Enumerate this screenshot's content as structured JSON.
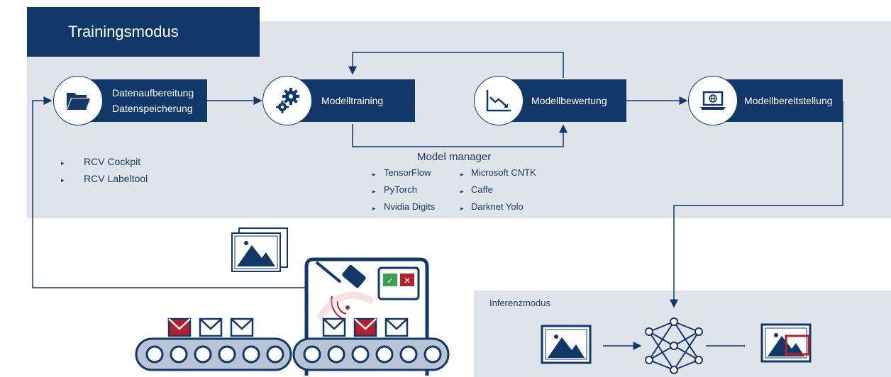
{
  "training": {
    "title": "Trainingsmodus",
    "steps": {
      "data": {
        "line1": "Datenaufbereitung",
        "line2": "Datenspeicherung",
        "icon": "folder-icon"
      },
      "training": {
        "label": "Modelltraining",
        "icon": "gears-icon"
      },
      "evaluation": {
        "label": "Modellbewertung",
        "icon": "declining-chart-icon"
      },
      "deployment": {
        "label": "Modellbereitstellung",
        "icon": "laptop-globe-icon"
      }
    },
    "tools": [
      "RCV Cockpit",
      "RCV Labeltool"
    ],
    "model_manager": {
      "title": "Model manager",
      "col1": [
        "TensorFlow",
        "PyTorch",
        "Nvidia Digits"
      ],
      "col2": [
        "Microsoft CNTK",
        "Caffe",
        "Darknet Yolo"
      ]
    }
  },
  "inference": {
    "title": "Inferenzmodus"
  },
  "colors": {
    "navy": "#12386a",
    "panel": "#dfe3ea",
    "red": "#b5202e",
    "belt": "#b8c4d6"
  }
}
